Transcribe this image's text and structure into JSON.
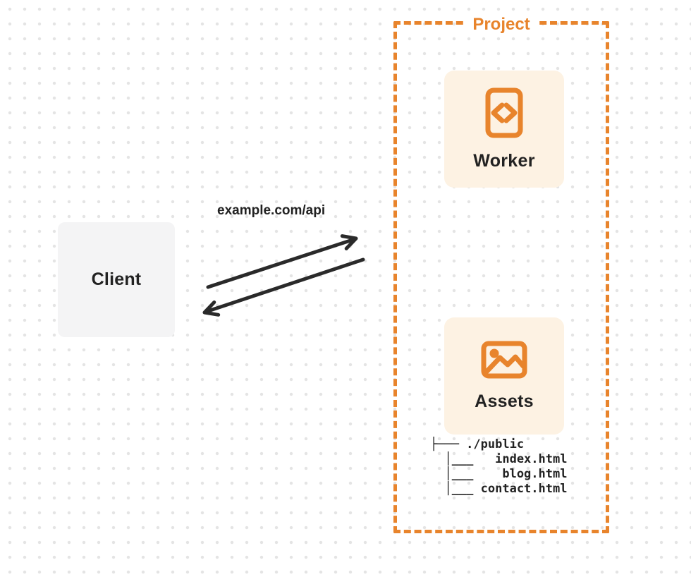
{
  "client": {
    "label": "Client"
  },
  "request_label": "example.com/api",
  "project": {
    "title": "Project",
    "worker": {
      "label": "Worker",
      "icon": "code-file-icon"
    },
    "assets": {
      "label": "Assets",
      "icon": "image-icon"
    },
    "file_tree": {
      "lines": [
        "├─── ./public",
        "  │___   index.html",
        "  │___    blog.html",
        "  │___ contact.html"
      ]
    }
  },
  "colors": {
    "accent": "#E8842C",
    "card_bg": "#FDF2E3",
    "client_bg": "#F4F4F5",
    "arrow": "#2A2A2A",
    "dot": "#E4E4E4",
    "text": "#222222"
  }
}
